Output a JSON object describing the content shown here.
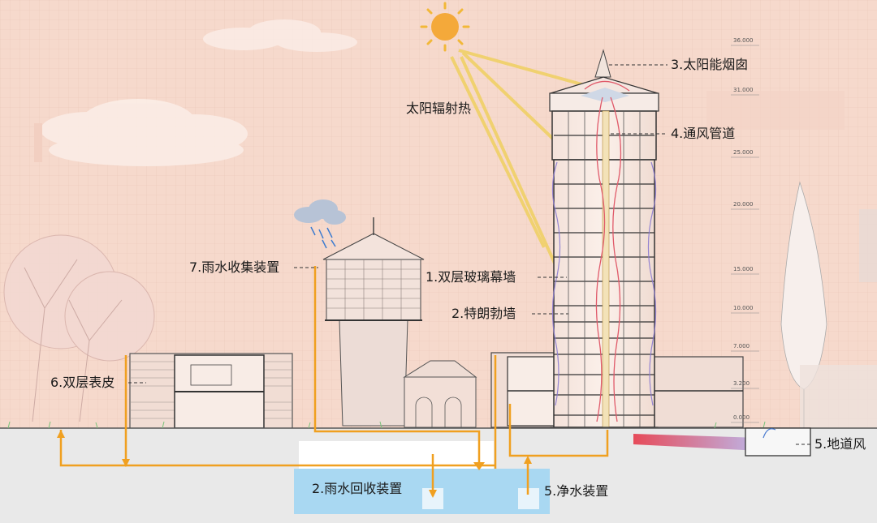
{
  "labels": {
    "solar_heat": "太阳辐射热",
    "solar_chimney": "3.太阳能烟囱",
    "vent_duct": "4.通风管道",
    "double_glass": "1.双层玻璃幕墙",
    "trombe_wall": "2.特朗勃墙",
    "rain_collect": "7.雨水收集装置",
    "double_skin": "6.双层表皮",
    "rain_recycle": "2.雨水回收装置",
    "water_purify": "5.净水装置",
    "tunnel_wind": "5.地道风"
  },
  "elevations": [
    "36.000",
    "31.000",
    "25.000",
    "20.000",
    "15.000",
    "10.000",
    "7.000",
    "3.200",
    "0.000"
  ],
  "colors": {
    "sky": "#f6d9cc",
    "ground": "#e9e9e9",
    "water_tank": "#a9d8f2",
    "pipe": "#f0a020",
    "sun": "#f4a93a",
    "ray": "#f0d060",
    "airflow": "#e05a6a",
    "glass_flow": "#8a7ad0"
  }
}
